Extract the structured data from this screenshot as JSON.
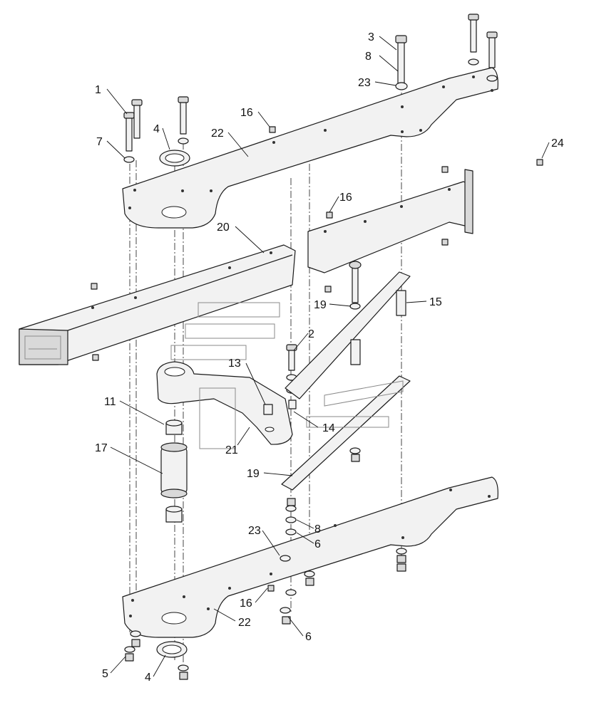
{
  "callouts": [
    {
      "id": "c1",
      "text": "1"
    },
    {
      "id": "c2",
      "text": "2"
    },
    {
      "id": "c3",
      "text": "3"
    },
    {
      "id": "c4a",
      "text": "4"
    },
    {
      "id": "c4b",
      "text": "4"
    },
    {
      "id": "c5",
      "text": "5"
    },
    {
      "id": "c6a",
      "text": "6"
    },
    {
      "id": "c6b",
      "text": "6"
    },
    {
      "id": "c7",
      "text": "7"
    },
    {
      "id": "c8a",
      "text": "8"
    },
    {
      "id": "c8b",
      "text": "8"
    },
    {
      "id": "c11",
      "text": "11"
    },
    {
      "id": "c13",
      "text": "13"
    },
    {
      "id": "c14",
      "text": "14"
    },
    {
      "id": "c15",
      "text": "15"
    },
    {
      "id": "c16a",
      "text": "16"
    },
    {
      "id": "c16b",
      "text": "16"
    },
    {
      "id": "c16c",
      "text": "16"
    },
    {
      "id": "c17",
      "text": "17"
    },
    {
      "id": "c19a",
      "text": "19"
    },
    {
      "id": "c19b",
      "text": "19"
    },
    {
      "id": "c20",
      "text": "20"
    },
    {
      "id": "c21",
      "text": "21"
    },
    {
      "id": "c22a",
      "text": "22"
    },
    {
      "id": "c22b",
      "text": "22"
    },
    {
      "id": "c23a",
      "text": "23"
    },
    {
      "id": "c23b",
      "text": "23"
    },
    {
      "id": "c24",
      "text": "24"
    }
  ]
}
